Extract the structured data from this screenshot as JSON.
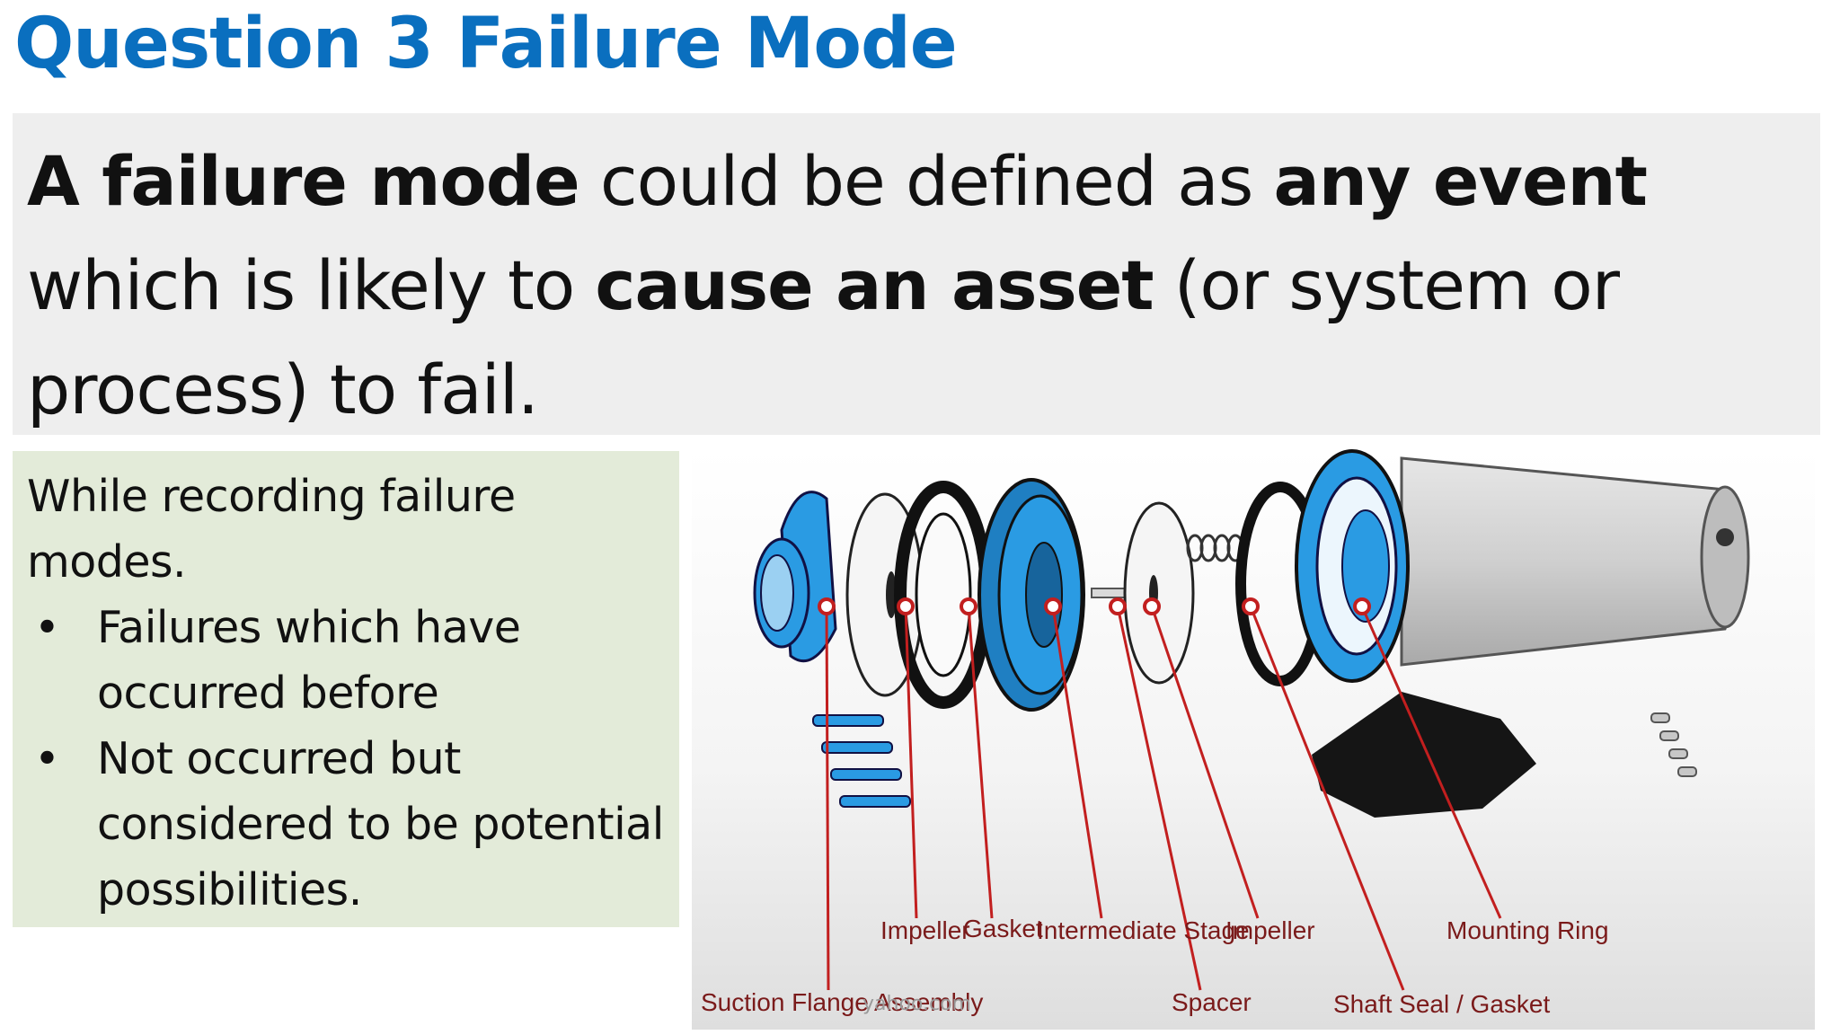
{
  "slide": {
    "title": "Question 3 Failure Mode",
    "definition": {
      "p1": "A failure mode",
      "p2": " could be defined as ",
      "p3": "any event",
      "p4": " which is likely to ",
      "p5": "cause an asset",
      "p6": " (or system or process) to fail."
    },
    "note": {
      "intro": "While recording failure modes.",
      "bullets": [
        "Failures which have occurred before",
        "Not occurred but considered to be potential possibilities."
      ]
    }
  },
  "diagram": {
    "labels": {
      "impeller_1": "Impeller",
      "gasket": "Gasket",
      "intermediate_stage": "Intermediate Stage",
      "impeller_2": "Impeller",
      "mounting_ring": "Mounting Ring",
      "suction_flange_assembly": "Suction Flange Assembly",
      "spacer": "Spacer",
      "shaft_seal_gasket": "Shaft Seal / Gasket"
    },
    "watermark": "yahoo.com",
    "colors": {
      "part_blue": "#2a9be3",
      "leader_red": "#c21f1f",
      "label_text": "#7a1a1a"
    }
  }
}
